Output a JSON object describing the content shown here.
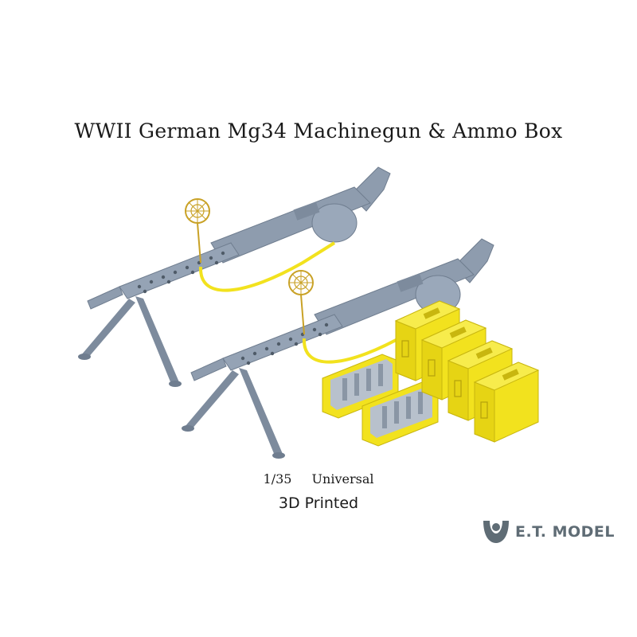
{
  "title": "WWII German Mg34 Machinegun & Ammo Box",
  "scale": "1/35",
  "fit": "Universal",
  "method": "3D Printed",
  "brand": "E.T. MODEL",
  "colors": {
    "gun_gray": "#8e9cae",
    "gun_dark": "#6f7d8f",
    "resin_yellow": "#f2e21e",
    "brand_gray": "#5f6c75"
  }
}
